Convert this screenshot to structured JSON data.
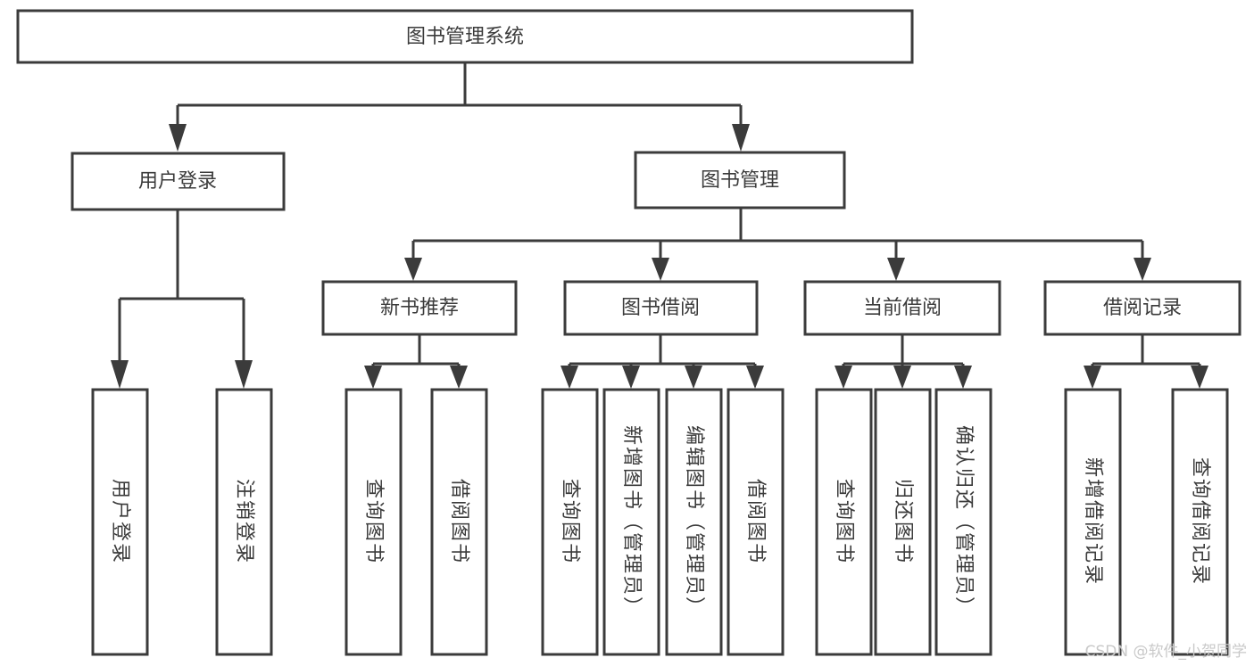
{
  "diagram": {
    "type": "tree-hierarchy",
    "title": "图书管理系统",
    "watermark": "CSDN @软件_小贺同学",
    "colors": {
      "stroke": "#3b3b3b",
      "fill": "#ffffff",
      "background": "#ffffff",
      "watermark": "#c9c9c9"
    },
    "levels": [
      {
        "level": 0,
        "nodes": [
          {
            "id": "root",
            "label": "图书管理系统",
            "orientation": "horizontal"
          }
        ]
      },
      {
        "level": 1,
        "nodes": [
          {
            "id": "login",
            "label": "用户登录",
            "orientation": "horizontal",
            "parent": "root"
          },
          {
            "id": "bookmgmt",
            "label": "图书管理",
            "orientation": "horizontal",
            "parent": "root"
          }
        ]
      },
      {
        "level": 2,
        "nodes": [
          {
            "id": "newbook",
            "label": "新书推荐",
            "orientation": "horizontal",
            "parent": "bookmgmt"
          },
          {
            "id": "borrow",
            "label": "图书借阅",
            "orientation": "horizontal",
            "parent": "bookmgmt"
          },
          {
            "id": "current",
            "label": "当前借阅",
            "orientation": "horizontal",
            "parent": "bookmgmt"
          },
          {
            "id": "records",
            "label": "借阅记录",
            "orientation": "horizontal",
            "parent": "bookmgmt"
          }
        ]
      },
      {
        "level": 3,
        "nodes": [
          {
            "id": "leaf-user-login",
            "label": "用户登录",
            "orientation": "vertical",
            "parent": "login"
          },
          {
            "id": "leaf-user-logout",
            "label": "注销登录",
            "orientation": "vertical",
            "parent": "login"
          },
          {
            "id": "leaf-query-book-1",
            "label": "查询图书",
            "orientation": "vertical",
            "parent": "newbook"
          },
          {
            "id": "leaf-borrow-book-1",
            "label": "借阅图书",
            "orientation": "vertical",
            "parent": "newbook"
          },
          {
            "id": "leaf-query-book-2",
            "label": "查询图书",
            "orientation": "vertical",
            "parent": "borrow"
          },
          {
            "id": "leaf-add-book",
            "label": "新增图书（管理员）",
            "orientation": "vertical",
            "parent": "borrow"
          },
          {
            "id": "leaf-edit-book",
            "label": "编辑图书（管理员）",
            "orientation": "vertical",
            "parent": "borrow"
          },
          {
            "id": "leaf-borrow-book-2",
            "label": "借阅图书",
            "orientation": "vertical",
            "parent": "borrow"
          },
          {
            "id": "leaf-query-book-3",
            "label": "查询图书",
            "orientation": "vertical",
            "parent": "current"
          },
          {
            "id": "leaf-return-book",
            "label": "归还图书",
            "orientation": "vertical",
            "parent": "current"
          },
          {
            "id": "leaf-confirm-return",
            "label": "确认归还（管理员）",
            "orientation": "vertical",
            "parent": "current"
          },
          {
            "id": "leaf-add-record",
            "label": "新增借阅记录",
            "orientation": "vertical",
            "parent": "records"
          },
          {
            "id": "leaf-query-record",
            "label": "查询借阅记录",
            "orientation": "vertical",
            "parent": "records"
          }
        ]
      }
    ]
  }
}
